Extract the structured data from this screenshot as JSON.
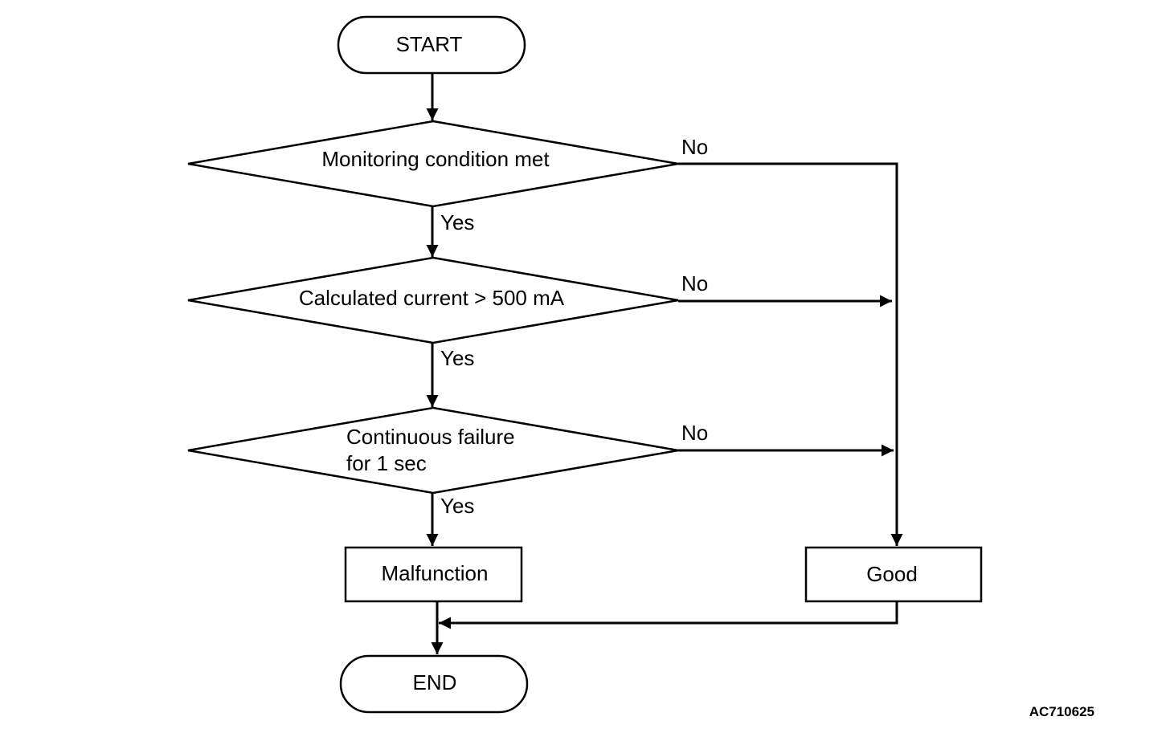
{
  "flowchart": {
    "start": "START",
    "decision_1": "Monitoring condition met",
    "decision_2": "Calculated current > 500 mA",
    "decision_3_line1": "Continuous failure",
    "decision_3_line2": "for 1 sec",
    "malfunction": "Malfunction",
    "good": "Good",
    "end": "END",
    "yes_1": "Yes",
    "yes_2": "Yes",
    "yes_3": "Yes",
    "no_1": "No",
    "no_2": "No",
    "no_3": "No"
  },
  "figure_code": "AC710625"
}
